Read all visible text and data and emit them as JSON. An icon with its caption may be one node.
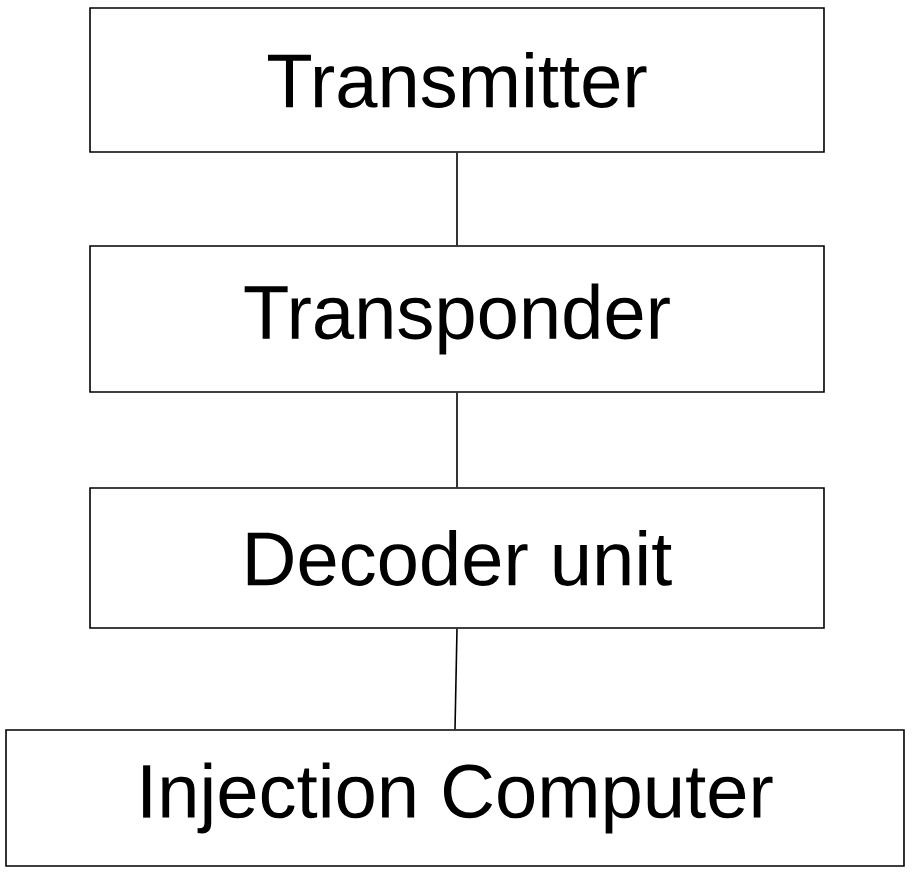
{
  "diagram": {
    "nodes": [
      {
        "text": [
          "Transmitter"
        ]
      },
      {
        "text": [
          "Transponder"
        ]
      },
      {
        "text": [
          "Decoder unit"
        ]
      },
      {
        "text": [
          "Injection Computer"
        ]
      }
    ],
    "edges": [
      {
        "from": 0,
        "to": 1,
        "arrow": "none"
      },
      {
        "from": 1,
        "to": 2,
        "arrow": "none"
      },
      {
        "from": 2,
        "to": 3,
        "arrow": "none"
      }
    ]
  }
}
